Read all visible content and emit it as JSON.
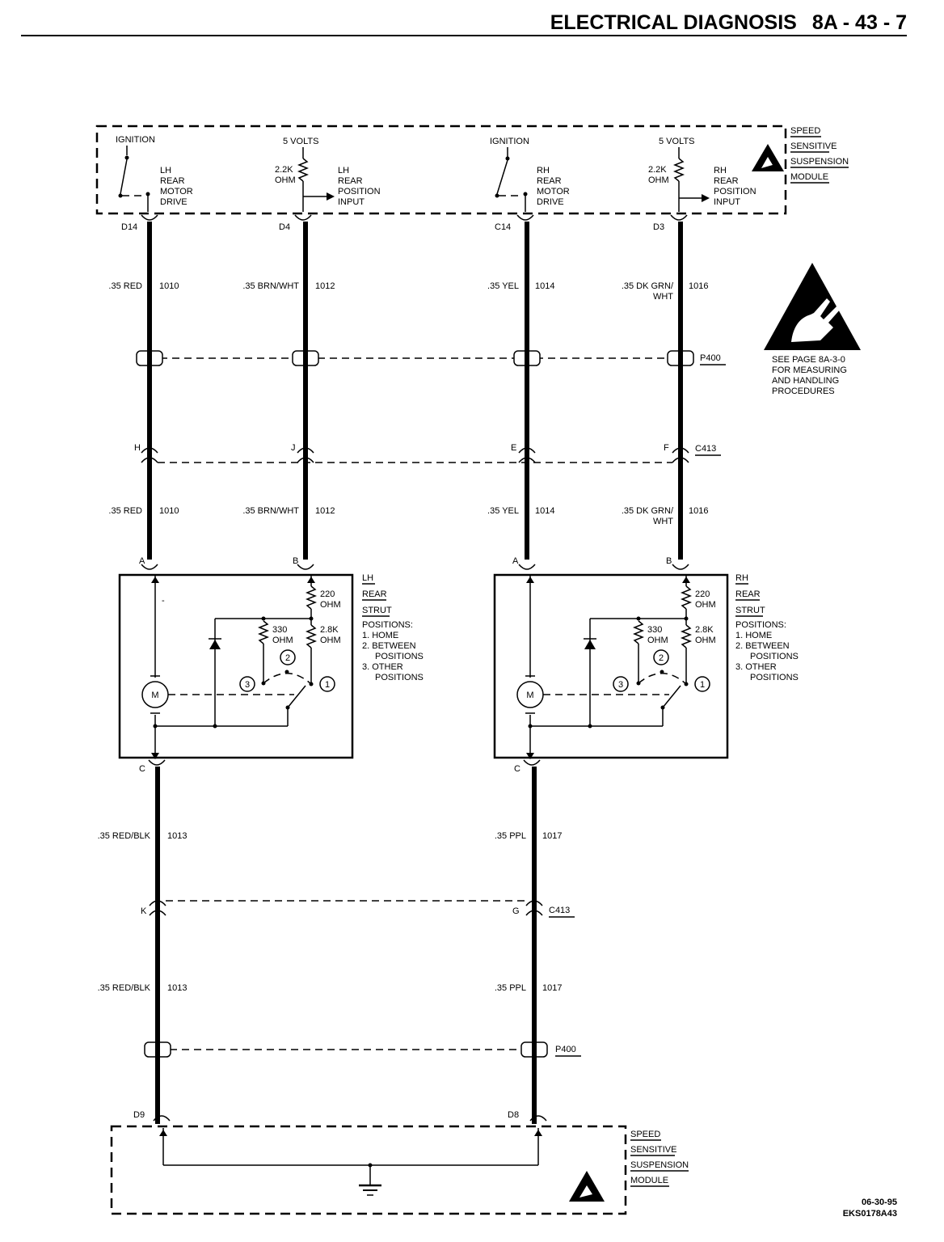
{
  "header": {
    "section": "ELECTRICAL DIAGNOSIS",
    "page": "8A - 43 - 7"
  },
  "module": {
    "name": [
      "SPEED",
      "SENSITIVE",
      "SUSPENSION",
      "MODULE"
    ]
  },
  "module_inputs": {
    "ignition": "IGNITION",
    "five_volts": "5 VOLTS",
    "res_value": "2.2K",
    "res_unit": "OHM",
    "lh_drive": [
      "LH",
      "REAR",
      "MOTOR",
      "DRIVE"
    ],
    "lh_input": [
      "LH",
      "REAR",
      "POSITION",
      "INPUT"
    ],
    "rh_drive": [
      "RH",
      "REAR",
      "MOTOR",
      "DRIVE"
    ],
    "rh_input": [
      "RH",
      "REAR",
      "POSITION",
      "INPUT"
    ]
  },
  "pins": {
    "d14": "D14",
    "d4": "D4",
    "c14": "C14",
    "d3": "D3",
    "h": "H",
    "j": "J",
    "e": "E",
    "f": "F",
    "a": "A",
    "b": "B",
    "c": "C",
    "k": "K",
    "g": "G",
    "d9": "D9",
    "d8": "D8"
  },
  "connectors": {
    "p400": "P400",
    "c413": "C413"
  },
  "wires": {
    "w1010": {
      "color": ".35 RED",
      "circuit": "1010"
    },
    "w1012": {
      "color": ".35 BRN/WHT",
      "circuit": "1012"
    },
    "w1014": {
      "color": ".35 YEL",
      "circuit": "1014"
    },
    "w1016": {
      "color_a": ".35 DK GRN/",
      "color_b": "WHT",
      "circuit": "1016"
    },
    "w1013": {
      "color": ".35 RED/BLK",
      "circuit": "1013"
    },
    "w1017": {
      "color": ".35 PPL",
      "circuit": "1017"
    }
  },
  "struts": {
    "lh_title": [
      "LH",
      "REAR",
      "STRUT"
    ],
    "rh_title": [
      "RH",
      "REAR",
      "STRUT"
    ],
    "positions": [
      "POSITIONS:",
      "1. HOME",
      "2. BETWEEN",
      "POSITIONS",
      "3. OTHER",
      "POSITIONS"
    ],
    "r220": "220",
    "r330": "330",
    "r28k": "2.8K",
    "ohm": "OHM",
    "motor": "M",
    "mark1": "1",
    "mark2": "2",
    "mark3": "3",
    "tick": "-"
  },
  "esd_note": [
    "SEE PAGE 8A-3-0",
    "FOR MEASURING",
    "AND HANDLING",
    "PROCEDURES"
  ],
  "footer": {
    "date": "06-30-95",
    "code": "EKS0178A43"
  }
}
